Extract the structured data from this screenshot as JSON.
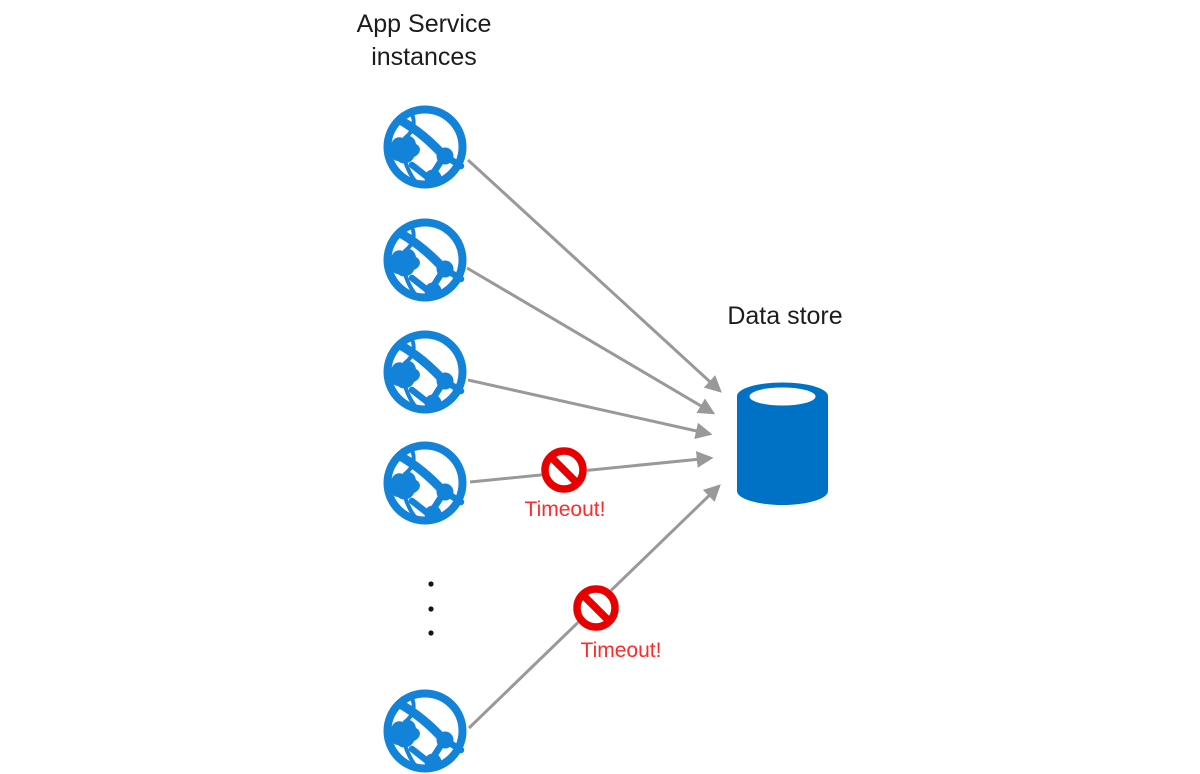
{
  "diagram": {
    "title": "App Service\ninstances",
    "data_store_label": "Data store",
    "timeouts": [
      {
        "label": "Timeout!"
      },
      {
        "label": "Timeout!"
      }
    ],
    "app_service_instances_visible": 5,
    "connections_visible": 5
  },
  "icons": {
    "app_service": "app-service-globe-icon",
    "data_store": "database-cylinder-icon",
    "timeout": "no-entry-prohibition-icon",
    "more_instances": "vertical-ellipsis-dots"
  },
  "colors": {
    "app_service_blue": "#1283d8",
    "data_store_blue": "#0072c6",
    "prohibition_red": "#e80000",
    "timeout_text_red": "#ff2b2b",
    "arrow_gray": "#999999",
    "title_text": "#1c1c1c",
    "background": "#ffffff"
  }
}
